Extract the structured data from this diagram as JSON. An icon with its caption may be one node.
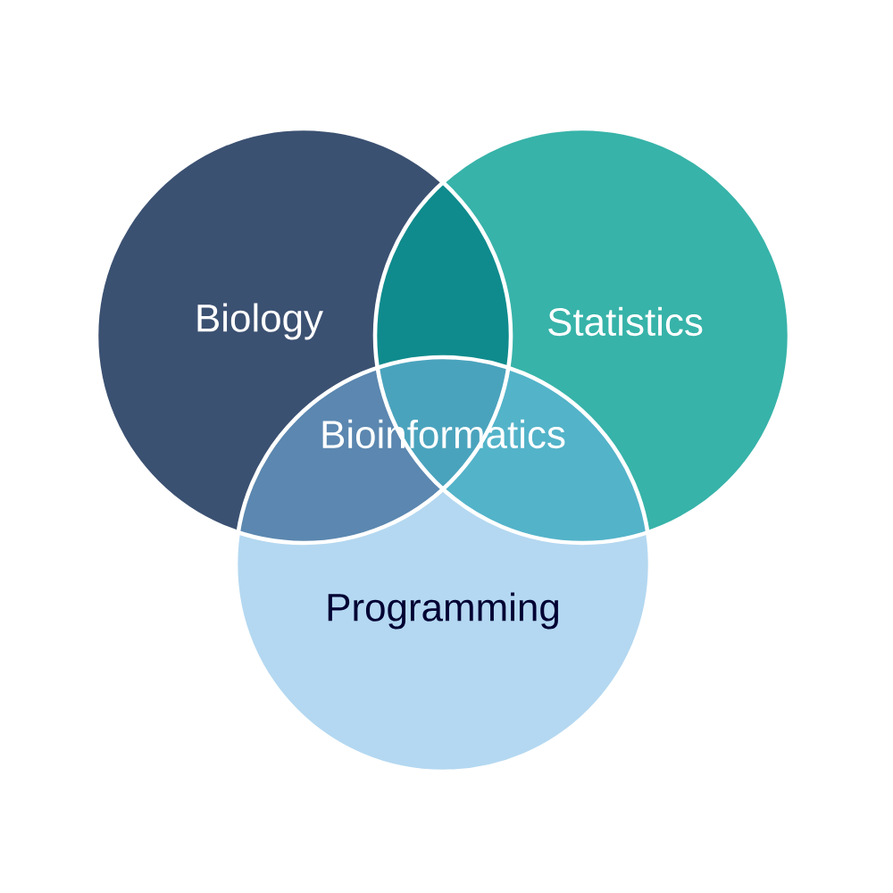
{
  "diagram": {
    "nodes": [
      {
        "text": [
          "Biology"
        ]
      },
      {
        "text": [
          "Statistics"
        ]
      },
      {
        "text": [
          "Programming"
        ]
      },
      {
        "text": [
          "Bioinformatics"
        ]
      }
    ]
  }
}
